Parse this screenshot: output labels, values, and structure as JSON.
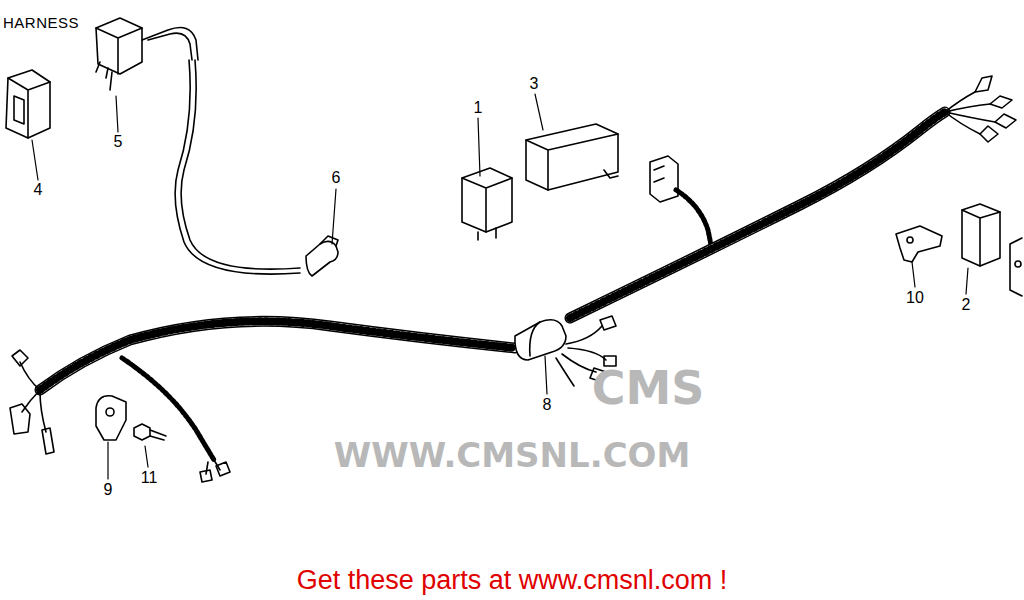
{
  "diagram": {
    "title": "HARNESS",
    "caption": "Get these parts at www.cmsnl.com !",
    "labels": [
      "3",
      "1",
      "5",
      "6",
      "4",
      "10",
      "2",
      "8",
      "11",
      "9",
      "CMS",
      "WWW.CMSNL.COM"
    ]
  }
}
